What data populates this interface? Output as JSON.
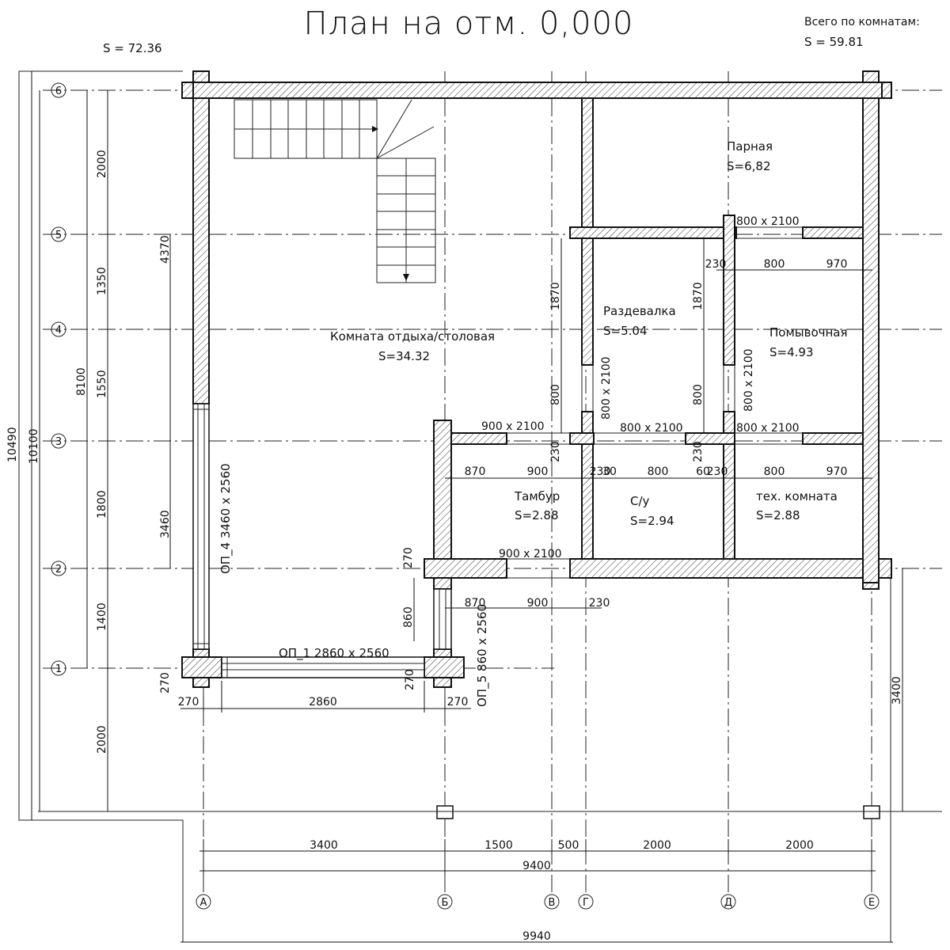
{
  "title": "План на отм. 0,000",
  "total_area": {
    "label": "S   =  72.36"
  },
  "rooms_total": {
    "label": "Всего по комнатам:",
    "value": "S   =   59.81"
  },
  "rooms": [
    {
      "name": "Парная",
      "area": "S=6,82"
    },
    {
      "name": "Раздевалка",
      "area": "S=5.04"
    },
    {
      "name": "Помывочная",
      "area": "S=4.93"
    },
    {
      "name": "Комната отдыха/столовая",
      "area": "S=34.32"
    },
    {
      "name": "Тамбур",
      "area": "S=2.88"
    },
    {
      "name": "С/у",
      "area": "S=2.94"
    },
    {
      "name": "тех. комната",
      "area": "S=2.88"
    }
  ],
  "axes_rows": [
    "6",
    "5",
    "4",
    "3",
    "2",
    "1"
  ],
  "axes_cols": [
    "А",
    "Б",
    "В",
    "Г",
    "Д",
    "Е"
  ],
  "openings": {
    "op1": "ОП_1 2860 x 2560",
    "op4": "ОП_4 3460 x 2560",
    "op5": "ОП_5 860 x 2560",
    "door_parnaya": "800 x 2100",
    "door_razd": "800 x 2100",
    "door_pom": "800 x 2100",
    "door_razd_bottom": "800 x 2100",
    "door_pom_bottom": "800 x 2100",
    "door_tambur": "900 x 2100",
    "door_entry": "900 x 2100"
  },
  "dims": {
    "bottom_row1": [
      "3400",
      "1500",
      "500",
      "2000",
      "2000"
    ],
    "bottom_total": "9400",
    "bottom_overall": "9940",
    "left_chain": [
      "2000",
      "1350",
      "1550",
      "1800",
      "1400",
      "2000"
    ],
    "left_group_4370": "4370",
    "left_group_8100": "8100",
    "left_3460": "3460",
    "left_10100": "10100",
    "left_10490": "10490",
    "left_270": "270",
    "bottom_270a": "270",
    "bottom_2860": "2860",
    "bottom_270b": "270",
    "bottom_270c": "270",
    "right_3400": "3400",
    "porch_270": "270",
    "porch_860": "860",
    "porch_870": "870",
    "porch_900": "900",
    "porch_230": "230",
    "tam_870": "870",
    "tam_900": "900",
    "tam_230": "230",
    "su_30": "30",
    "su_800": "800",
    "su_60": "60",
    "tex_230": "230",
    "tex_800": "800",
    "tex_970": "970",
    "pom_230": "230",
    "pom_800": "800",
    "pom_970": "970",
    "razd_1870a": "1870",
    "razd_1870b": "1870",
    "razd_800a": "800",
    "razd_800b": "800",
    "v_230a": "230",
    "v_230b": "230"
  }
}
